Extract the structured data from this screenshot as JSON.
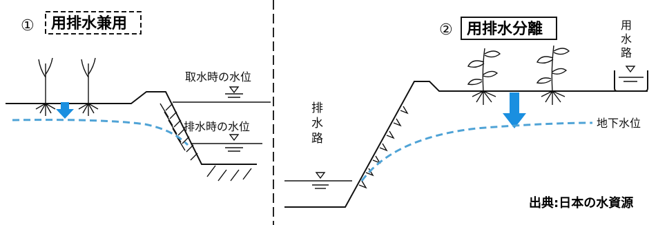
{
  "panel1": {
    "number": "①",
    "title": "用排水兼用",
    "intake_level_label": "取水時の水位",
    "drain_level_label": "排水時の水位"
  },
  "panel2": {
    "number": "②",
    "title": "用排水分離",
    "drain_channel_label": [
      "排",
      "水",
      "路"
    ],
    "supply_channel_label": [
      "用",
      "水",
      "路"
    ],
    "groundwater_label": "地下水位"
  },
  "source": "出典:日本の水資源",
  "colors": {
    "water_table": "#4fa3d6",
    "arrow": "#1a8fe0",
    "line": "#111111"
  }
}
